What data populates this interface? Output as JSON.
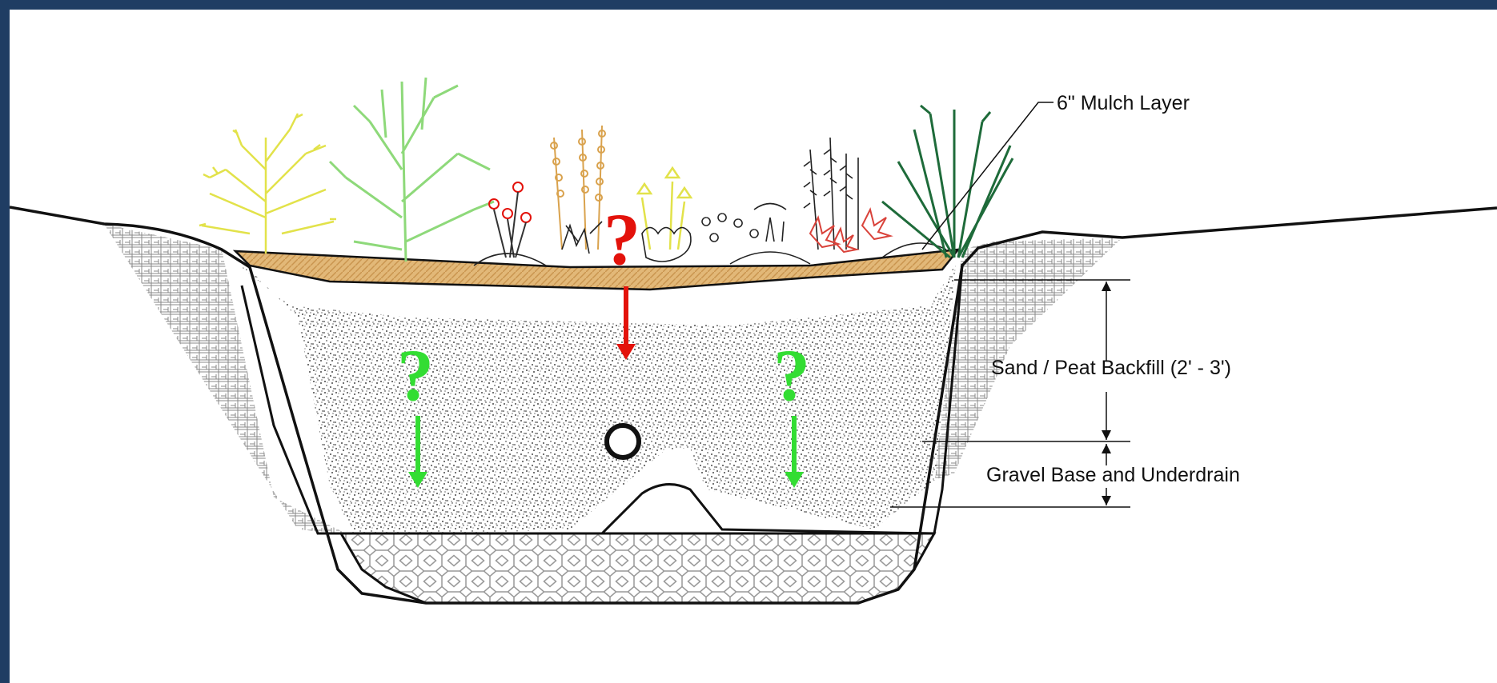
{
  "labels": {
    "mulch": "6\" Mulch Layer",
    "backfill": "Sand / Peat Backfill (2' - 3')",
    "gravel": "Gravel Base and Underdrain"
  },
  "markers": {
    "center_question": "?",
    "left_question": "?",
    "right_question": "?"
  },
  "colors": {
    "frame": "#1f3d63",
    "mulch": "#e2b878",
    "red_marker": "#e3120b",
    "green_marker": "#33dd33",
    "plant_yellow": "#e2e24a",
    "plant_lightgreen": "#8ed97a",
    "plant_darkgreen": "#1e6b3a"
  }
}
